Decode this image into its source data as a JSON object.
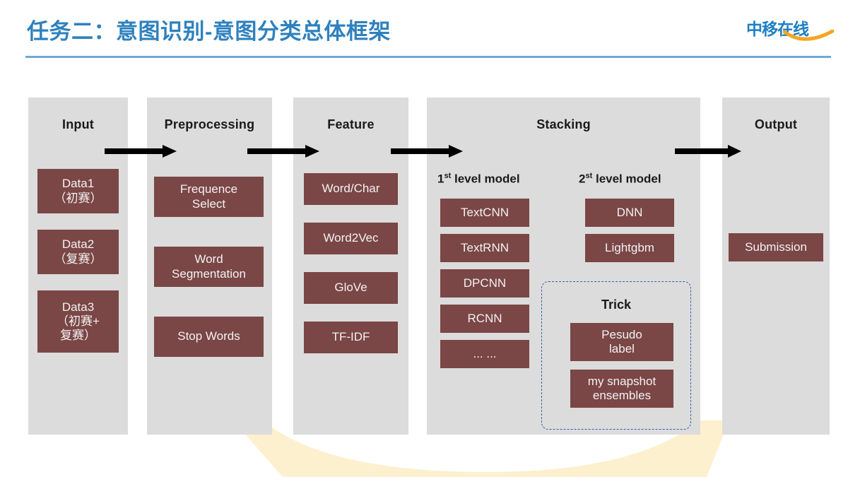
{
  "header": {
    "title": "任务二：意图识别-意图分类总体框架",
    "logo_text": "中移在线",
    "title_color": "#2E81BE",
    "rule_color": "#6FA8D6",
    "logo_color": "#1C7FC4",
    "logo_accent_color": "#F5A623"
  },
  "theme": {
    "stage_bg": "#DCDCDC",
    "chip_bg": "#7B4646",
    "chip_text": "#F2F2F2",
    "dashed_border": "#3A5FA8",
    "swoosh": "#FDF0CE",
    "arrow": "#000000"
  },
  "diagram": {
    "stages": [
      {
        "id": "input",
        "title": "Input",
        "chips": [
          "Data1\n（初赛）",
          "Data2\n（复赛）",
          "Data3\n（初赛+\n复赛）"
        ]
      },
      {
        "id": "preprocessing",
        "title": "Preprocessing",
        "chips": [
          "Frequence\nSelect",
          "Word\nSegmentation",
          "Stop Words"
        ]
      },
      {
        "id": "feature",
        "title": "Feature",
        "chips": [
          "Word/Char",
          "Word2Vec",
          "GloVe",
          "TF-IDF"
        ]
      },
      {
        "id": "stacking",
        "title": "Stacking",
        "groups": [
          {
            "id": "first-level-model",
            "heading_main": "1",
            "heading_sup": "st",
            "heading_rest": " level model",
            "chips": [
              "TextCNN",
              "TextRNN",
              "DPCNN",
              "RCNN",
              "... ..."
            ]
          },
          {
            "id": "second-level-model",
            "heading_main": "2",
            "heading_sup": "st",
            "heading_rest": " level model",
            "chips": [
              "DNN",
              "Lightgbm"
            ]
          }
        ],
        "trick": {
          "title": "Trick",
          "chips": [
            "Pesudo\nlabel",
            "my snapshot\nensembles"
          ]
        }
      },
      {
        "id": "output",
        "title": "Output",
        "chips": [
          "Submission"
        ]
      }
    ],
    "arrows": [
      {
        "name": "arrow-input-to-preprocessing"
      },
      {
        "name": "arrow-preprocessing-to-feature"
      },
      {
        "name": "arrow-feature-to-stacking"
      },
      {
        "name": "arrow-stacking-to-output"
      }
    ]
  }
}
